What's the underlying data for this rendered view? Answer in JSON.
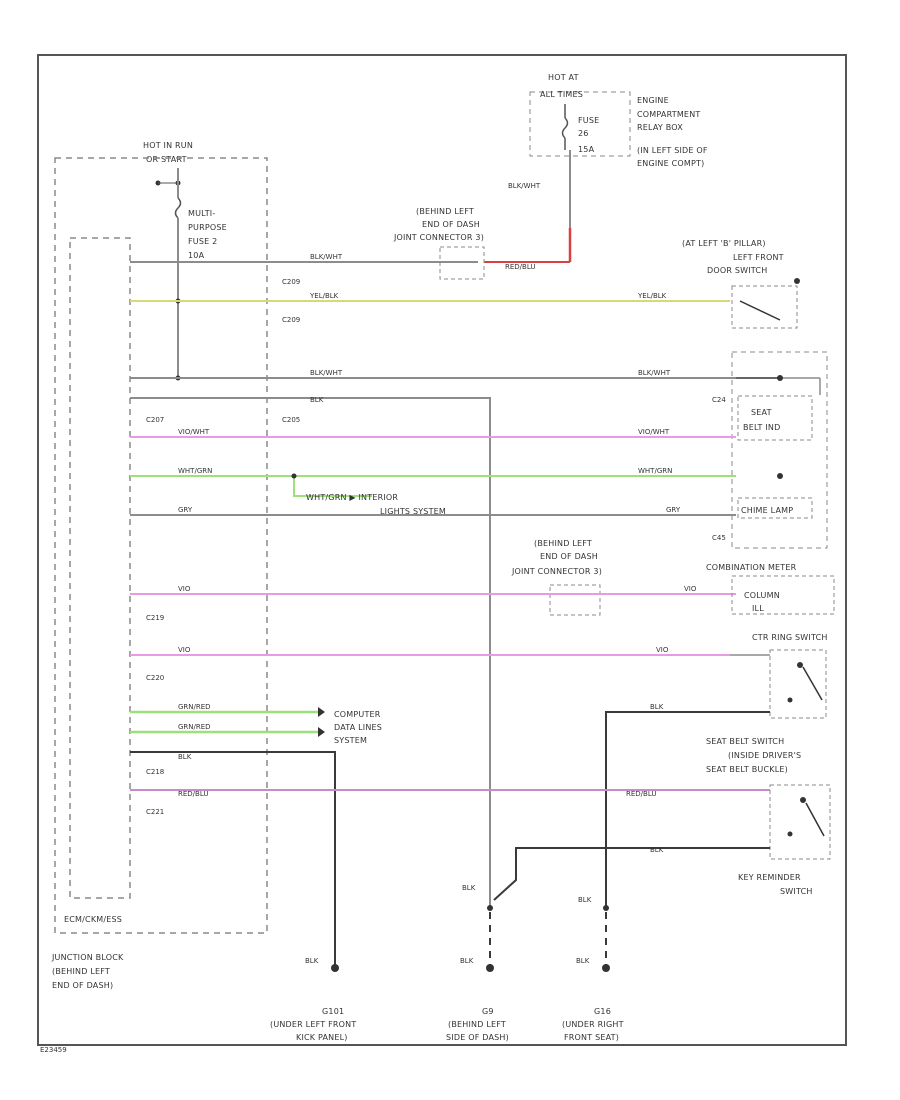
{
  "power": {
    "hot_at_all_times": [
      "HOT AT",
      "ALL TIMES"
    ],
    "fuse_main": [
      "FUSE",
      "26",
      "15A"
    ],
    "relay_box": [
      "ENGINE",
      "COMPARTMENT",
      "RELAY BOX",
      "(IN LEFT SIDE OF",
      "ENGINE COMPT)"
    ],
    "hot_in_run_or_start": [
      "HOT IN RUN",
      "OR START"
    ],
    "fuse_multi": [
      "MULTI-",
      "PURPOSE",
      "FUSE 2",
      "10A"
    ]
  },
  "junction_block": {
    "label": [
      "JUNCTION BLOCK",
      "(BEHIND LEFT",
      "END OF DASH)"
    ],
    "inner_label": "ECM/CKM/ESS"
  },
  "splices": {
    "upper": [
      "(BEHIND LEFT",
      "END OF DASH",
      "JOINT CONNECTOR 3)"
    ],
    "lower": [
      "(BEHIND LEFT",
      "END OF DASH",
      "JOINT CONNECTOR 3)"
    ]
  },
  "connectors": [
    "C209",
    "C209",
    "C207",
    "C205",
    "C219",
    "C220",
    "C218",
    "C221",
    "C24",
    "C45"
  ],
  "wires": {
    "blk_wht": "BLK/WHT",
    "red_blu": "RED/BLU",
    "yel_blk": "YEL/BLK",
    "blk": "BLK",
    "vio_wht": "VIO/WHT",
    "wht_grn": "WHT/GRN",
    "gry": "GRY",
    "vio": "VIO",
    "grn_red": "GRN/RED",
    "red_blu2": "RED/BLU"
  },
  "destinations": {
    "interior_lights": [
      "WHT/GRN ▶ INTERIOR",
      "LIGHTS SYSTEM"
    ],
    "computer_data": [
      "COMPUTER",
      "DATA LINES",
      "SYSTEM"
    ]
  },
  "components": {
    "door_switch": [
      "(AT LEFT 'B' PILLAR)",
      "LEFT FRONT",
      "DOOR SWITCH"
    ],
    "seat_belt": [
      "SEAT",
      "BELT IND"
    ],
    "chime_lamp": "CHIME LAMP",
    "combination_meter": "COMBINATION METER",
    "column_ill": [
      "COLUMN",
      "ILL"
    ],
    "ctr_ring_switch": "CTR RING SWITCH",
    "seat_belt_switch": [
      "SEAT BELT SWITCH",
      "(INSIDE DRIVER'S",
      "SEAT BELT BUCKLE)"
    ],
    "key_reminder": [
      "KEY REMINDER",
      "SWITCH"
    ]
  },
  "grounds": {
    "g1": [
      "G101",
      "(UNDER LEFT FRONT",
      "KICK PANEL)"
    ],
    "g2": [
      "G9",
      "(BEHIND LEFT",
      "SIDE OF DASH)"
    ],
    "g3": [
      "G16",
      "(UNDER RIGHT",
      "FRONT SEAT)"
    ],
    "blk": "BLK"
  },
  "footer_code": "E23459",
  "colors": {
    "border": "#555555",
    "wire_grey": "#8c8c8c",
    "wire_dark": "#3a3a3a",
    "wire_yellow": "#d8d87a",
    "wire_violet": "#e79ae6",
    "wire_green": "#9ee07a",
    "wire_red": "#d94040",
    "dashed": "#8a8a8a"
  }
}
